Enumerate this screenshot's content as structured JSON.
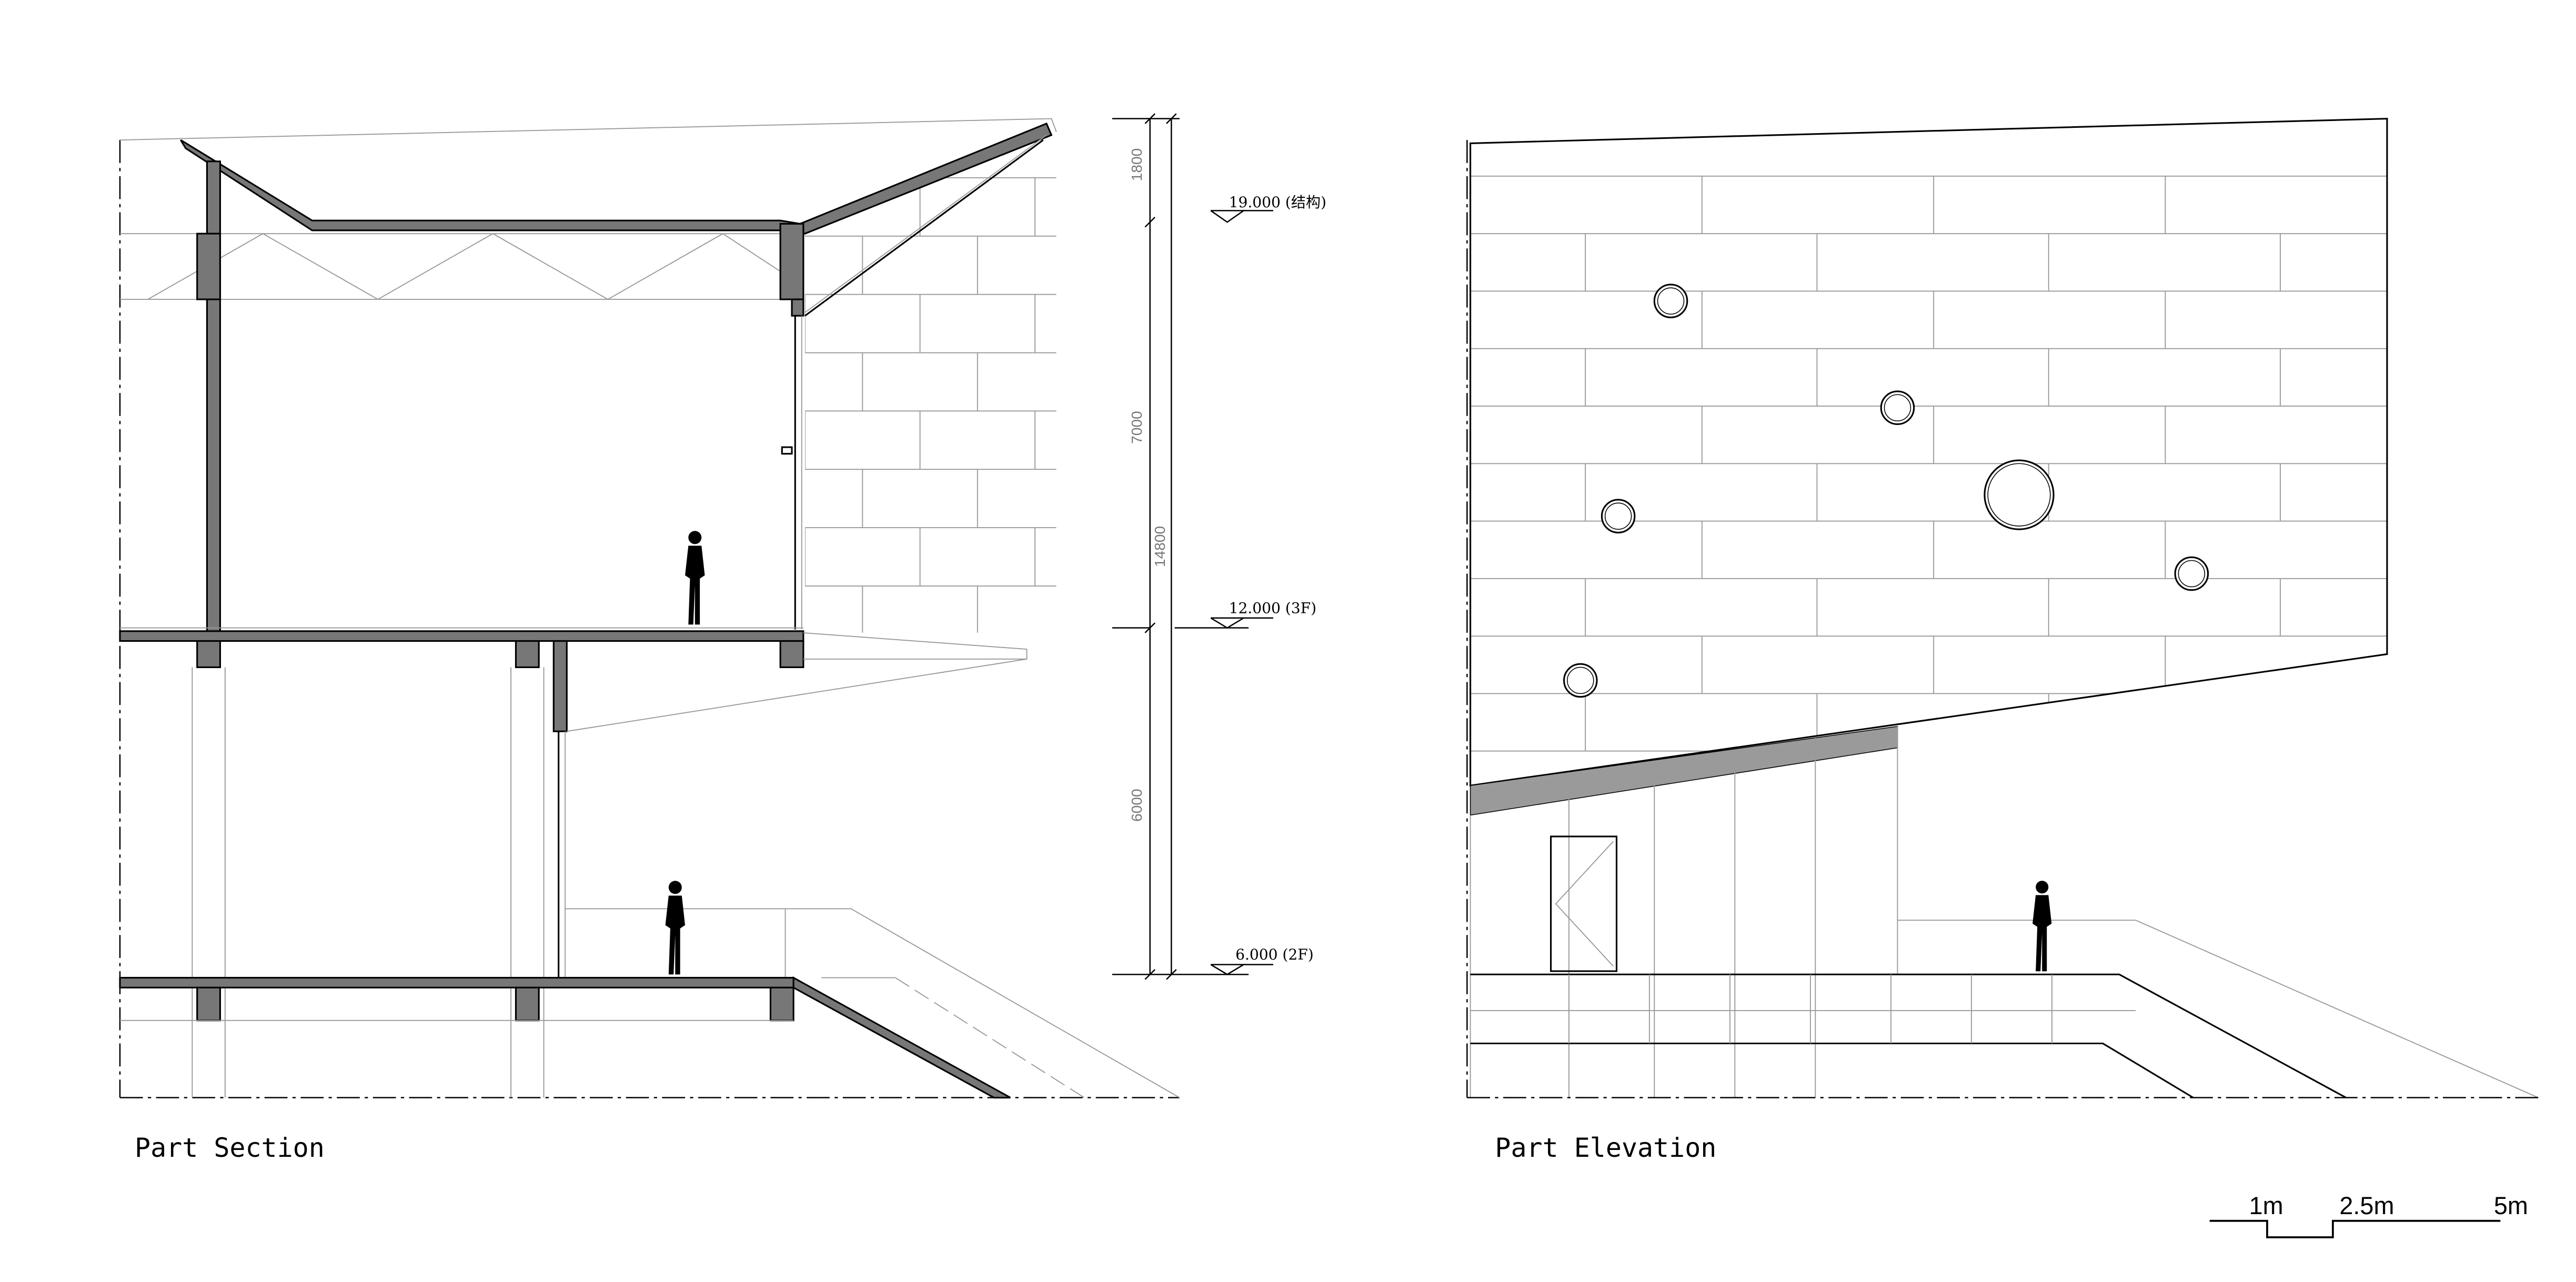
{
  "drawings": {
    "section": {
      "title": "Part Section",
      "dimensions": {
        "d1": "1800",
        "d2": "7000",
        "d3": "6000",
        "total": "14800"
      },
      "levels": [
        {
          "label": "19.000 (结构)"
        },
        {
          "label": "12.000 (3F)"
        },
        {
          "label": "6.000 (2F)"
        }
      ]
    },
    "elevation": {
      "title": "Part Elevation"
    }
  },
  "scale_bar": {
    "labels": [
      "1m",
      "2.5m",
      "5m"
    ]
  },
  "colors": {
    "cut_fill": "#777777",
    "soffit_fill": "#9a9a9a",
    "line": "#000000",
    "light_line": "#999999"
  }
}
